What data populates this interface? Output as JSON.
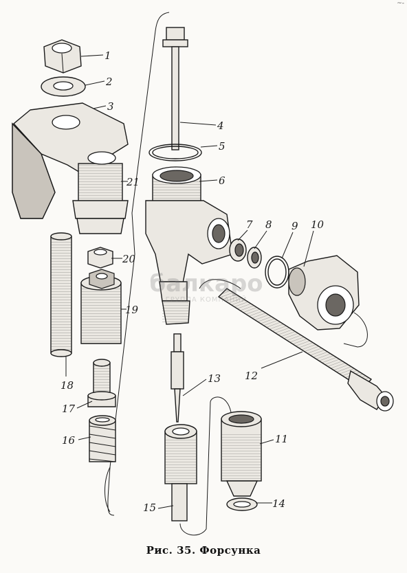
{
  "figure": {
    "caption": "Рис. 35. Форсунка",
    "corner_mark": "~-",
    "watermark": {
      "main": "балкаро",
      "sub": "ГРУППА КОМПАНИЙ"
    },
    "part_labels": [
      "1",
      "2",
      "3",
      "4",
      "5",
      "6",
      "7",
      "8",
      "9",
      "10",
      "11",
      "12",
      "13",
      "14",
      "15",
      "16",
      "17",
      "18",
      "19",
      "20",
      "21"
    ],
    "colors": {
      "ink": "#1a1a1a",
      "paper": "#fbfaf7"
    }
  }
}
